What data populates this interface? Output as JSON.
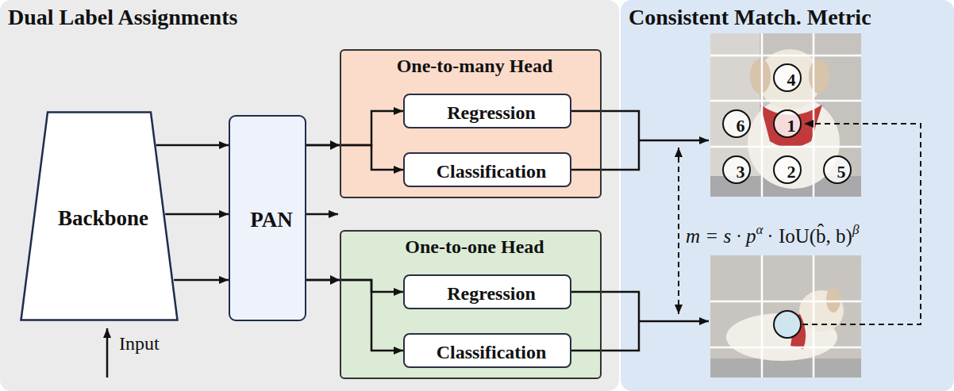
{
  "diagram": {
    "nodes": [
      {
        "text": [
          "Dual Label Assignments"
        ]
      },
      {
        "text": [
          "Backbone"
        ],
        "in": 0
      },
      {
        "text": [
          "PAN"
        ],
        "in": 0
      },
      {
        "text": [
          "One-to-many Head"
        ],
        "in": 0
      },
      {
        "text": [
          "Regression"
        ],
        "in": 3
      },
      {
        "text": [
          "Classification"
        ],
        "in": 3
      },
      {
        "text": [
          "One-to-one Head"
        ],
        "in": 0
      },
      {
        "text": [
          "Regression"
        ],
        "in": 6
      },
      {
        "text": [
          "Classification"
        ],
        "in": 6
      },
      {
        "text": [
          "Consistent Match. Metric"
        ]
      },
      {
        "text": [
          "4"
        ],
        "in": 9
      },
      {
        "text": [
          "6"
        ],
        "in": 9
      },
      {
        "text": [
          "1"
        ],
        "in": 9
      },
      {
        "text": [
          "3"
        ],
        "in": 9
      },
      {
        "text": [
          "2"
        ],
        "in": 9
      },
      {
        "text": [
          "5"
        ],
        "in": 9
      }
    ],
    "edges": [
      {
        "from": 1,
        "to": 2,
        "arrow": "to"
      },
      {
        "from": 1,
        "to": 2,
        "arrow": "to"
      },
      {
        "from": 1,
        "to": 2,
        "arrow": "to"
      },
      {
        "from": 2,
        "to": 4,
        "arrow": "to"
      },
      {
        "from": 2,
        "to": 5,
        "arrow": "to"
      },
      {
        "from": 2,
        "to": 7,
        "arrow": "to"
      },
      {
        "from": 2,
        "to": 8,
        "arrow": "to"
      }
    ],
    "labels": [
      "Input",
      "m = s · p",
      "α",
      "· IoU(b̂, b)",
      "β"
    ]
  }
}
